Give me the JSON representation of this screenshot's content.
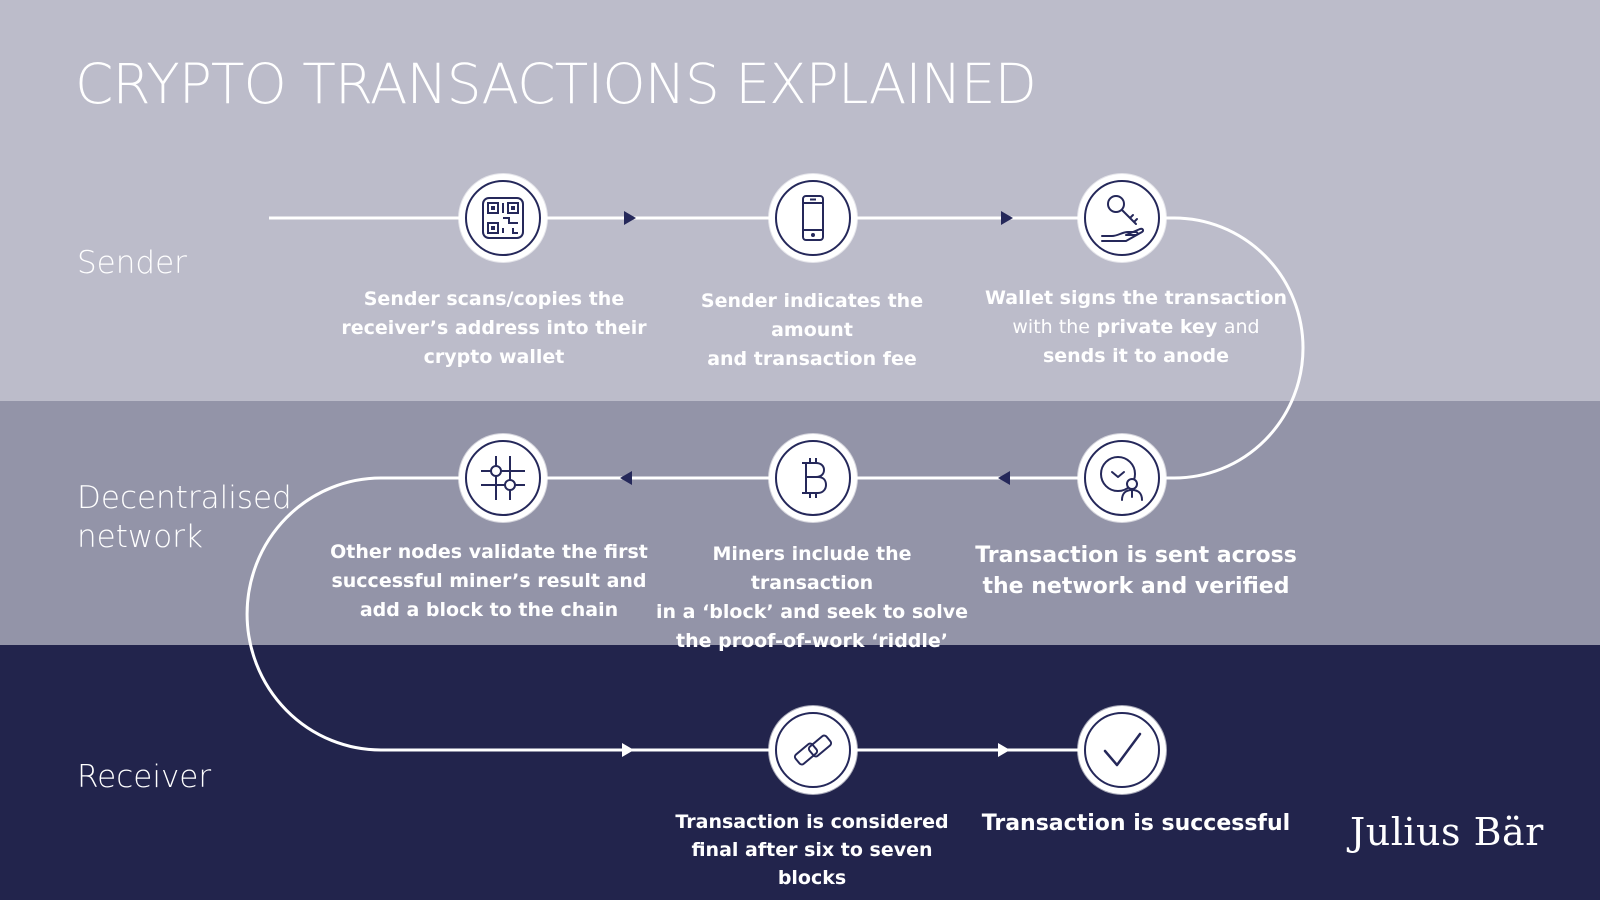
{
  "page": {
    "title": "CRYPTO TRANSACTIONS EXPLAINED"
  },
  "lanes": {
    "sender": "Sender",
    "network_line1": "Decentralised",
    "network_line2": "network",
    "receiver": "Receiver"
  },
  "colors": {
    "sender_band": "#bcbcca",
    "network_band": "#9394a8",
    "receiver_band": "#22244c",
    "icon_color": "#25285a",
    "arrow_color": "#25285a",
    "line_color": "#ffffff"
  },
  "steps": {
    "scan": {
      "icon": "qr-code-icon",
      "line1": "Sender scans/copies the",
      "line2": "receiver’s address into their",
      "line3": "crypto wallet"
    },
    "amount": {
      "icon": "smartphone-icon",
      "line1": "Sender indicates the amount",
      "line2": "and transaction fee"
    },
    "sign": {
      "icon": "key-in-hand-icon",
      "line1": "Wallet signs the transaction",
      "l2_a": "with the",
      "l2_b": "private key",
      "l2_c": "and",
      "line3": "sends it to anode"
    },
    "sent": {
      "icon": "clock-person-icon",
      "line1": "Transaction is sent across",
      "line2": "the network and verified"
    },
    "miners": {
      "icon": "bitcoin-icon",
      "line1": "Miners include the transaction",
      "line2": "in a ‘block’ and seek to solve",
      "line3": "the proof-of-work ‘riddle’"
    },
    "validate": {
      "icon": "network-nodes-icon",
      "line1": "Other nodes validate the first",
      "line2": "successful miner’s result and",
      "line3": "add a block to the chain"
    },
    "final": {
      "icon": "chain-link-icon",
      "line1": "Transaction is considered",
      "line2": "final after six to seven blocks"
    },
    "success": {
      "icon": "checkmark-icon",
      "line1": "Transaction is successful"
    }
  },
  "brand": {
    "logo_text": "Julius Bär"
  }
}
